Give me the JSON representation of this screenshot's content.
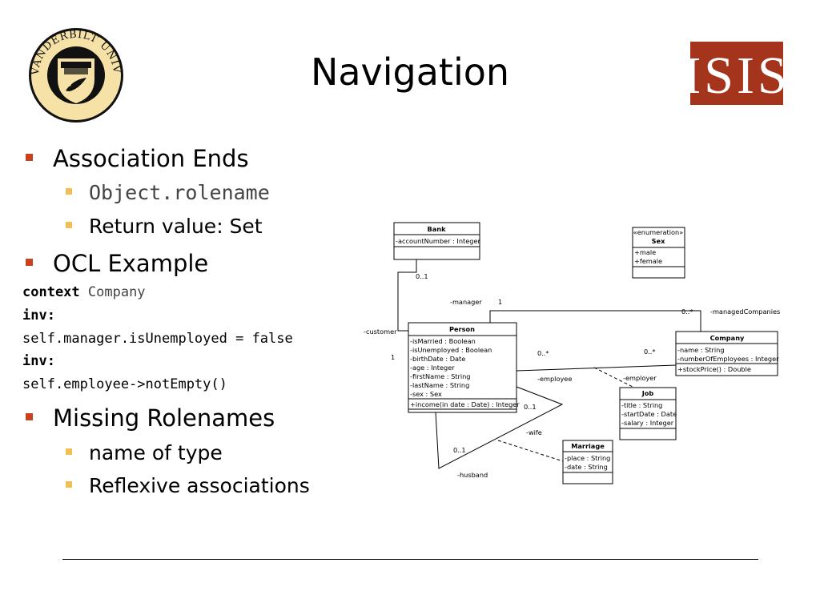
{
  "slide": {
    "title": "Navigation",
    "logo_left": {
      "text": "VANDERBILT UNIVERSITY"
    },
    "logo_right": {
      "text": "ISIS",
      "color": "#a5341c"
    },
    "accent": {
      "bullet_l1": "#c8421f",
      "bullet_l2": "#f2bf55"
    }
  },
  "bullets": {
    "assoc": {
      "label": "Association Ends",
      "sub1": "Object.rolename",
      "sub2": "Return value: Set"
    },
    "ocl": {
      "label": "OCL Example"
    },
    "code": [
      {
        "kw": "context",
        "rest": " Company"
      },
      {
        "kw": "inv:",
        "rest": ""
      },
      {
        "kw": "",
        "rest": "self.manager.isUnemployed = false"
      },
      {
        "kw": "inv:",
        "rest": ""
      },
      {
        "kw": "",
        "rest": "self.employee->notEmpty()"
      }
    ],
    "missing": {
      "label": "Missing Rolenames",
      "sub1": "name of type",
      "sub2": "Reflexive associations"
    }
  },
  "uml": {
    "bank": {
      "name": "Bank",
      "attrs": [
        "-accountNumber : Integer"
      ]
    },
    "sex": {
      "stereotype": "«enumeration»",
      "name": "Sex",
      "attrs": [
        "+male",
        "+female"
      ]
    },
    "person": {
      "name": "Person",
      "attrs": [
        "-isMarried : Boolean",
        "-isUnemployed : Boolean",
        "-birthDate : Date",
        "-age : Integer",
        "-firstName : String",
        "-lastName : String",
        "-sex : Sex"
      ],
      "ops": [
        "+income(in date : Date) : Integer"
      ]
    },
    "company": {
      "name": "Company",
      "attrs": [
        "-name : String",
        "-numberOfEmployees : Integer"
      ],
      "ops": [
        "+stockPrice() : Double"
      ]
    },
    "job": {
      "name": "Job",
      "attrs": [
        "-title : String",
        "-startDate : Date",
        "-salary : Integer"
      ]
    },
    "marriage": {
      "name": "Marriage",
      "attrs": [
        "-place : String",
        "-date : String"
      ]
    },
    "labels": {
      "bank_mult": "0..1",
      "customer": "-customer",
      "customer_mult": "1",
      "manager": "-manager",
      "manager_mult": "1",
      "managed_mult": "0..*",
      "managedCompanies": "-managedCompanies",
      "employee_mult": "0..*",
      "employer_mult": "0..*",
      "employee": "-employee",
      "employer": "-employer",
      "wife_mult": "0..1",
      "wife": "-wife",
      "husband_mult": "0..1",
      "husband": "-husband"
    }
  }
}
